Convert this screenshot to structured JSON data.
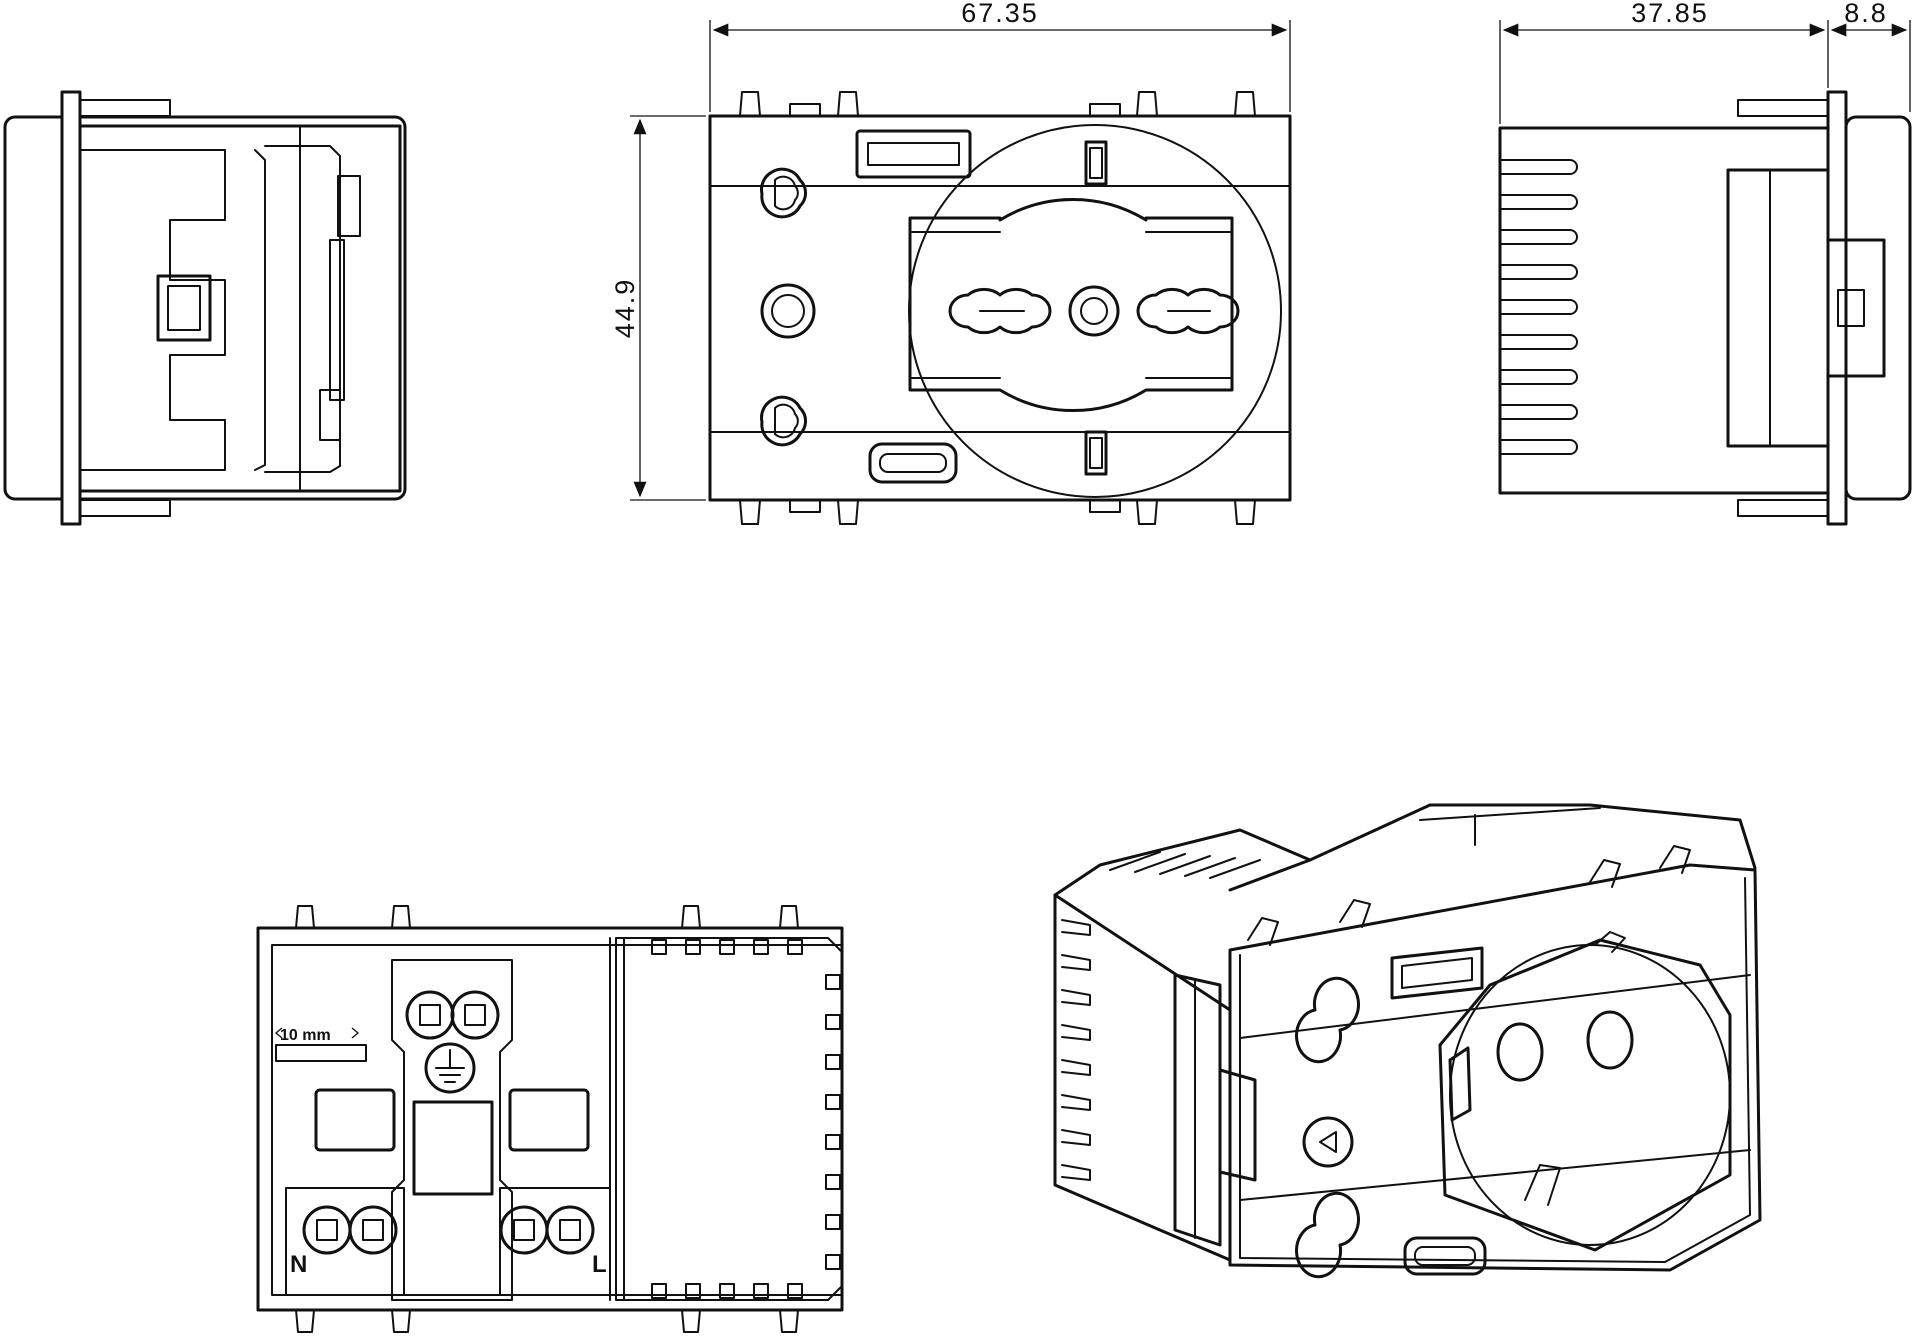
{
  "dimensions": {
    "front_width": "67.35",
    "front_height": "44.9",
    "side_depth": "37.85",
    "side_plate": "8.8"
  },
  "rear_view": {
    "strip_gauge": "10 mm",
    "terminal_neutral": "N",
    "terminal_line": "L"
  },
  "icons": [
    "ground-symbol-icon",
    "usb-a-port-icon",
    "usb-c-port-icon"
  ]
}
